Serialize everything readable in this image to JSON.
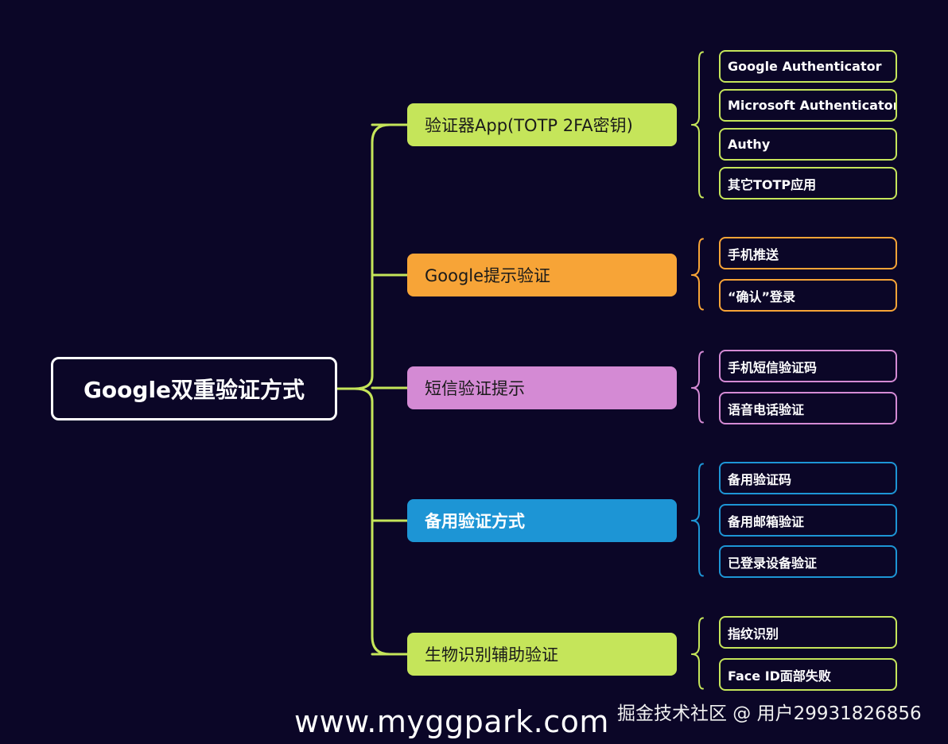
{
  "root": {
    "label": "Google双重验证方式"
  },
  "branches": [
    {
      "label": "验证器App(TOTP 2FA密钥)",
      "color": "#c5e55a",
      "text_color": "#1a1a1a",
      "bold": false,
      "leaves": [
        "Google Authenticator",
        "Microsoft Authenticator",
        "Authy",
        "其它TOTP应用"
      ]
    },
    {
      "label": "Google提示验证",
      "color": "#f7a437",
      "text_color": "#1a1a1a",
      "bold": false,
      "leaves": [
        "手机推送",
        "“确认”登录"
      ]
    },
    {
      "label": "短信验证提示",
      "color": "#d48ad4",
      "text_color": "#1a1a1a",
      "bold": false,
      "leaves": [
        "手机短信验证码",
        "语音电话验证"
      ]
    },
    {
      "label": "备用验证方式",
      "color": "#1d95d5",
      "text_color": "#ffffff",
      "bold": true,
      "leaves": [
        "备用验证码",
        "备用邮箱验证",
        "已登录设备验证"
      ]
    },
    {
      "label": "生物识别辅助验证",
      "color": "#c5e55a",
      "text_color": "#1a1a1a",
      "bold": false,
      "leaves": [
        "指纹识别",
        "Face ID面部失败"
      ]
    }
  ],
  "connector_color": "#c5e55a",
  "watermark": {
    "url": "www.myggpark.com",
    "credit": "掘金技术社区 @ 用户29931826856"
  }
}
